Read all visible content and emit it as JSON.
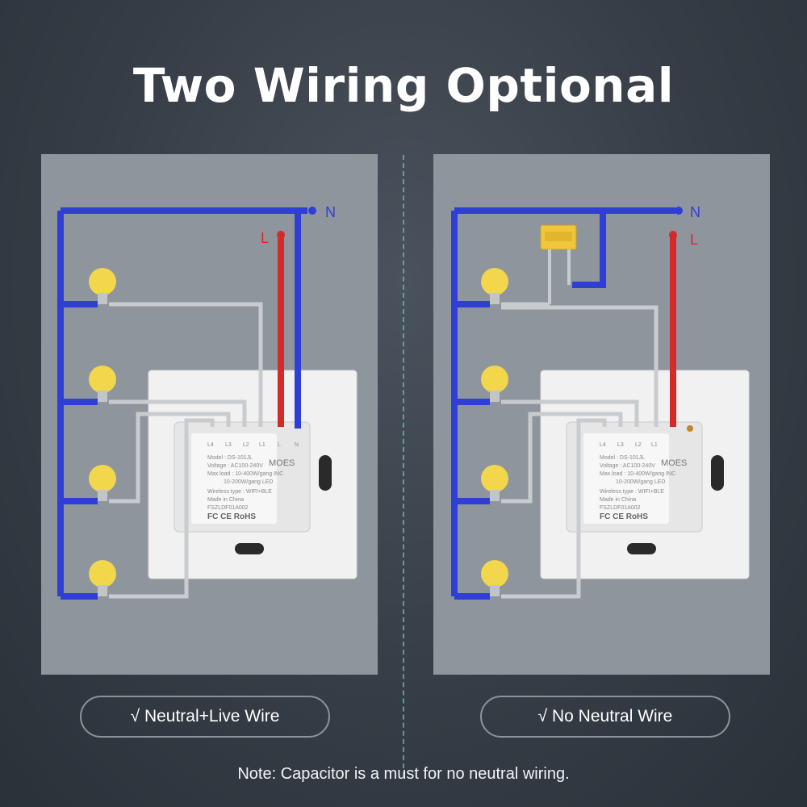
{
  "title": "Two Wiring Optional",
  "diagrams": [
    {
      "option_label": "√ Neutral+Live Wire",
      "neutral_label": "N",
      "live_label": "L",
      "terminals": [
        "L4",
        "L3",
        "L2",
        "L1",
        "L",
        "N"
      ],
      "module": {
        "brand": "MOES",
        "model": "Model : DS-101JL",
        "voltage": "Voltage : AC100-240V",
        "max_load_1": "Max.load : 10-400W/gang INC",
        "max_load_2": "10-200W/gang LED",
        "wireless": "Wireless type : WIFI+BLE",
        "made_in": "Made in China",
        "code": "FSZLDF01A002",
        "certs": "FC CE RoHS"
      },
      "has_capacitor": false
    },
    {
      "option_label": "√ No Neutral Wire",
      "neutral_label": "N",
      "live_label": "L",
      "terminals": [
        "L4",
        "L3",
        "L2",
        "L1"
      ],
      "module": {
        "brand": "MOES",
        "model": "Model : DS-101JL",
        "voltage": "Voltage : AC100-240V",
        "max_load_1": "Max.load : 10-400W/gang INC",
        "max_load_2": "10-200W/gang LED",
        "wireless": "Wireless type : WIFI+BLE",
        "made_in": "Made in China",
        "code": "FSZLDF01A002",
        "certs": "FC CE RoHS"
      },
      "has_capacitor": true
    }
  ],
  "note": "Note: Capacitor is a must for no neutral wiring.",
  "colors": {
    "neutral_wire": "#2f3fd6",
    "live_wire": "#d42a2a",
    "load_wire": "#c9cccf",
    "bulb": "#f2d64b",
    "capacitor": "#f0c63a",
    "divider": "#4fb6b9"
  }
}
